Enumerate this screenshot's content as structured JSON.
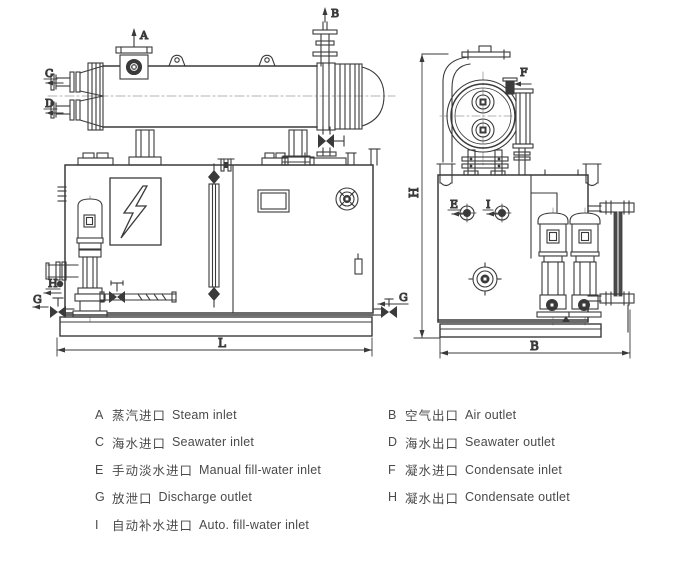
{
  "colors": {
    "ink": "#3a3a3a"
  },
  "diagram": {
    "labels": {
      "a": "A",
      "b": "B",
      "c": "C",
      "d": "D",
      "e": "E",
      "f": "F",
      "g": "G",
      "h": "H",
      "i": "I"
    },
    "dims": {
      "length": "L",
      "width": "B",
      "height": "H"
    }
  },
  "legend": {
    "left": [
      {
        "key": "A",
        "zh": "蒸汽进口",
        "en": "Steam inlet"
      },
      {
        "key": "C",
        "zh": "海水进口",
        "en": "Seawater inlet"
      },
      {
        "key": "E",
        "zh": "手动淡水进口",
        "en": "Manual fill-water inlet"
      },
      {
        "key": "G",
        "zh": "放泄口",
        "en": "Discharge outlet"
      },
      {
        "key": "I",
        "zh": "自动补水进口",
        "en": "Auto. fill-water inlet"
      }
    ],
    "right": [
      {
        "key": "B",
        "zh": "空气出口",
        "en": "Air outlet"
      },
      {
        "key": "D",
        "zh": "海水出口",
        "en": "Seawater outlet"
      },
      {
        "key": "F",
        "zh": "凝水进口",
        "en": "Condensate inlet"
      },
      {
        "key": "H",
        "zh": "凝水出口",
        "en": "Condensate outlet"
      }
    ]
  }
}
